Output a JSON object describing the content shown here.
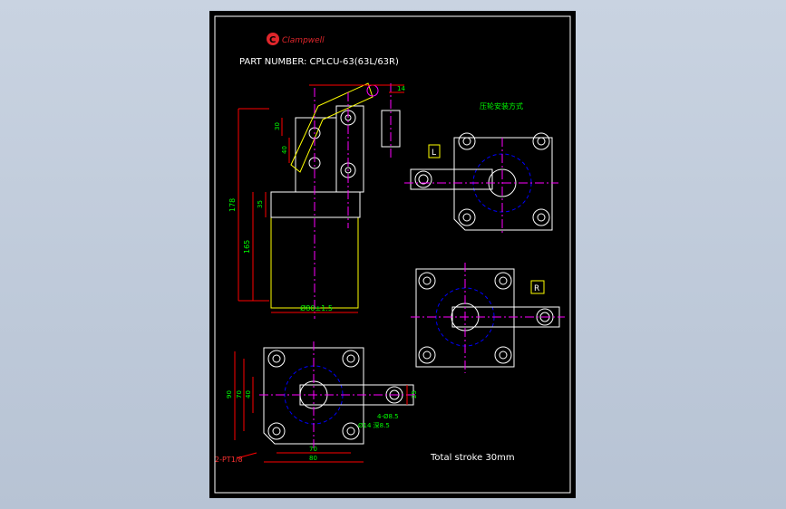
{
  "brand": {
    "logo_letter": "C",
    "logo_text": "Clampwell",
    "logo_color": "#e0262b"
  },
  "header": {
    "part_number": "PART NUMBER: CPLCU-63(63L/63R)"
  },
  "side_view": {
    "dims": {
      "d_30": "30",
      "d_40": "40",
      "d_14": "14",
      "d_178": "178",
      "d_165": "165",
      "d_35": "35",
      "dia": "Ø80±1.5"
    }
  },
  "view_L": {
    "tag": "L",
    "note": "压轮安装方式"
  },
  "view_R": {
    "tag": "R"
  },
  "bottom_view": {
    "dims": {
      "d_90": "90",
      "d_70": "70",
      "d_40": "40",
      "d_bot70": "70",
      "d_bot80": "80",
      "d_25": "25",
      "holes": "4-Ø8.5",
      "cbore": "Ø14 深8.5"
    },
    "port_label": "2-PT1/8"
  },
  "footer": {
    "stroke": "Total stroke 30mm"
  },
  "colors": {
    "outline": "#ffffff",
    "center": "#ff00ff",
    "hidden": "#0000ff",
    "dim": "#ff0000",
    "dim_text": "#00ff00",
    "accent": "#ffff00",
    "cyan": "#00e5ff",
    "text": "#ffffff"
  }
}
